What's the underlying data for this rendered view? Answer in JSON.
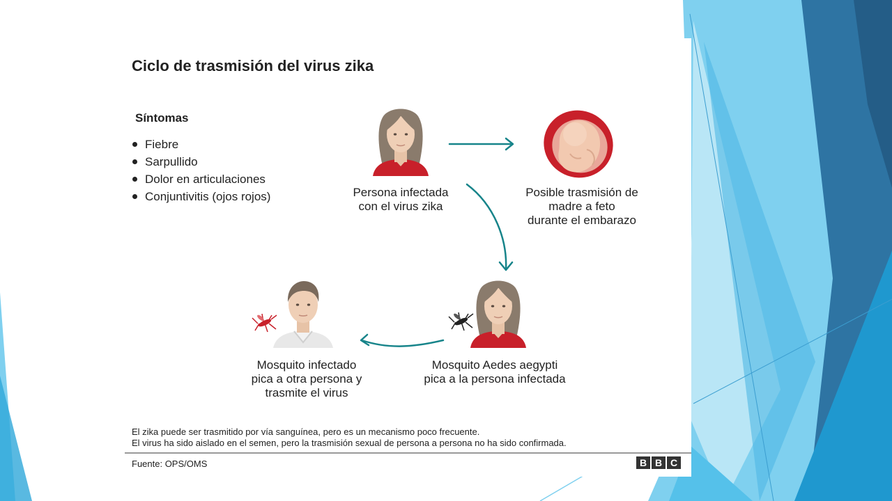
{
  "theme": {
    "accent_dark": "#2b6e9e",
    "accent_light": "#7fd0ef",
    "arrow": "#17848a",
    "shirt_red": "#c8202a"
  },
  "title": "Ciclo de trasmisión del virus zika",
  "symptoms": {
    "title": "Síntomas",
    "items": [
      "Fiebre",
      "Sarpullido",
      "Dolor en articulaciones",
      "Conjuntivitis (ojos rojos)"
    ]
  },
  "nodes": {
    "infected_person": {
      "line1": "Persona infectada",
      "line2": "con el virus zika"
    },
    "fetus": {
      "line1": "Posible trasmisión de",
      "line2": "madre a feto",
      "line3": "durante el embarazo"
    },
    "mosquito_bites": {
      "line1": "Mosquito Aedes aegypti",
      "line2": "pica a la persona infectada"
    },
    "infected_mosquito": {
      "line1": "Mosquito infectado",
      "line2": "pica a otra persona y",
      "line3": "trasmite el virus"
    }
  },
  "notes": {
    "line1": "El zika puede ser trasmitido por vía sanguínea, pero es un mecanismo poco frecuente.",
    "line2": "El virus ha sido aislado en el semen, pero la trasmisión sexual de persona a persona no ha sido confirmada."
  },
  "source": "Fuente: OPS/OMS",
  "logo": [
    "B",
    "B",
    "C"
  ]
}
